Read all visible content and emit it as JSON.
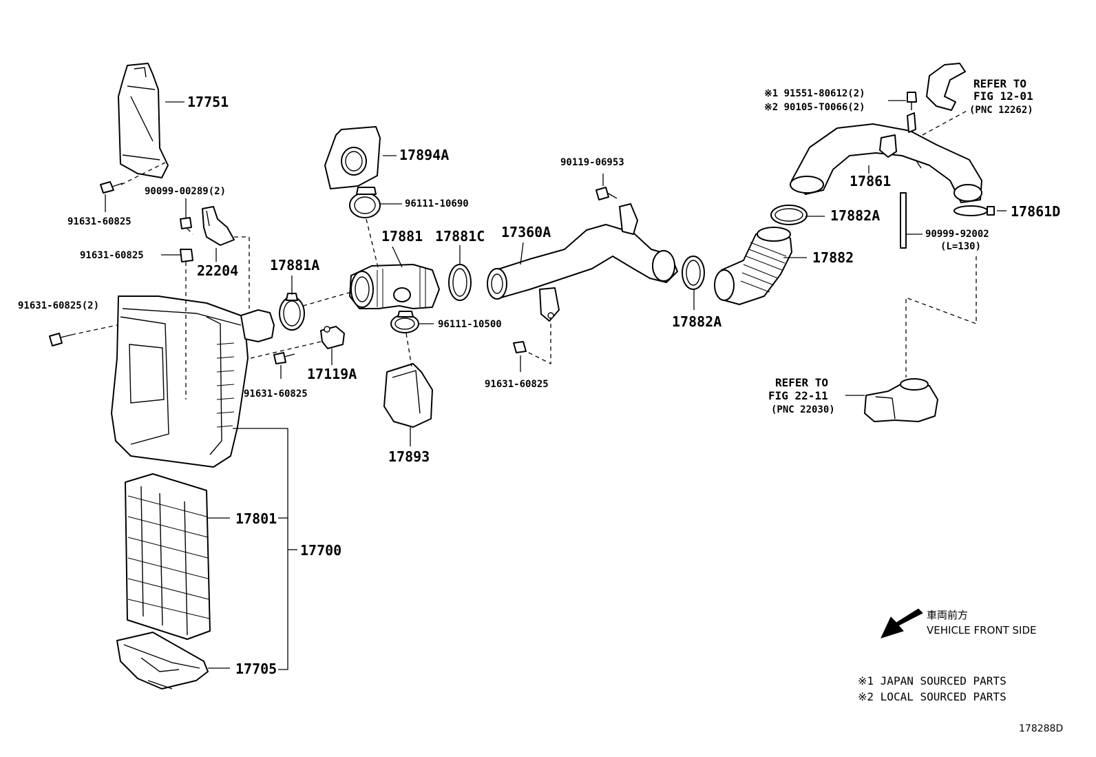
{
  "labels": {
    "p17751": "17751",
    "p90099_00289": "90099-00289(2)",
    "p91631_a": "91631-60825",
    "p91631_b": "91631-60825",
    "p91631_c": "91631-60825(2)",
    "p22204": "22204",
    "p17894A": "17894A",
    "p96111_10690": "96111-10690",
    "p17881": "17881",
    "p17881C": "17881C",
    "p17881A": "17881A",
    "p96111_10500": "96111-10500",
    "p17119A": "17119A",
    "p91631_d": "91631-60825",
    "p17893": "17893",
    "p90119_06953": "90119-06953",
    "p17360A": "17360A",
    "p91631_e": "91631-60825",
    "p17882A_top": "17882A",
    "p17882": "17882",
    "p17882A_bot": "17882A",
    "p17861": "17861",
    "p17861D": "17861D",
    "p90999_92002": "90999-92002",
    "p90999_len": "(L=130)",
    "p17801": "17801",
    "p17700": "17700",
    "p17705": "17705"
  },
  "notes": {
    "sourced1": "※1 91551-80612(2)",
    "sourced2": "※2 90105-T0066(2)",
    "refer_a_line1": "REFER TO",
    "refer_a_line2": "FIG 12-01",
    "refer_a_line3": "(PNC 12262)",
    "refer_b_line1": "REFER TO",
    "refer_b_line2": "FIG 22-11",
    "refer_b_line3": "(PNC 22030)"
  },
  "direction": {
    "japanese": "車両前方",
    "english": "VEHICLE FRONT SIDE"
  },
  "legend": [
    "※1 JAPAN SOURCED PARTS",
    "※2 LOCAL SOURCED PARTS"
  ],
  "figure_code": "178288D"
}
